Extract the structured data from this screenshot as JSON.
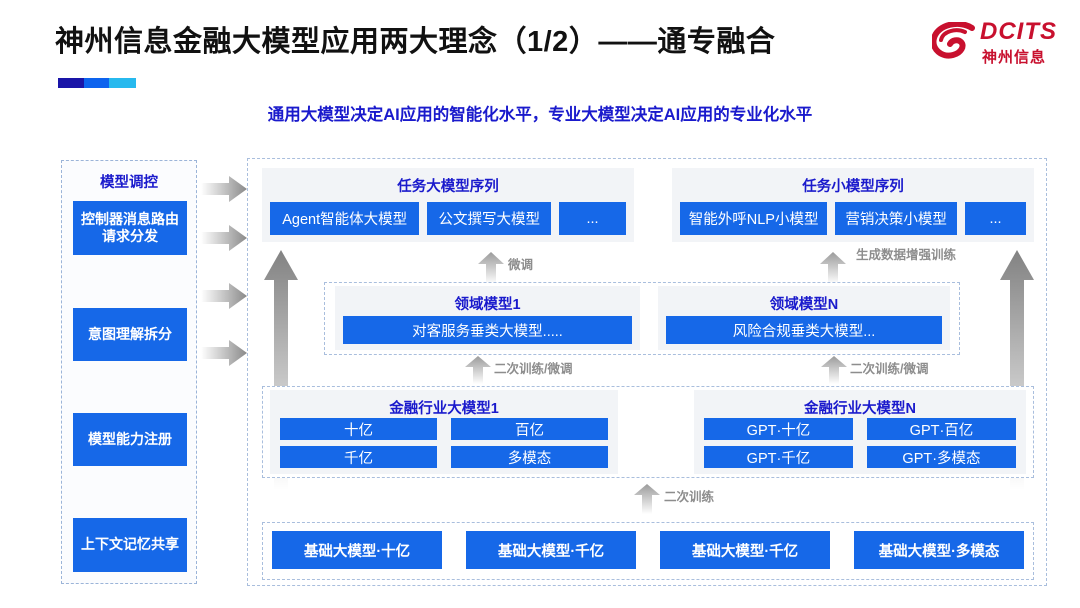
{
  "header": {
    "title": "神州信息金融大模型应用两大理念（1/2）——通专融合",
    "subtitle": "通用大模型决定AI应用的智能化水平，专业大模型决定AI应用的专业化水平",
    "logo": {
      "brand": "DCITS",
      "brand_cn": "神州信息"
    },
    "accent_colors": [
      "#1a15a8",
      "#0d63ee",
      "#27b9ee"
    ]
  },
  "colors": {
    "chip_blue": "#1668e8",
    "title_blue": "#1a1acc",
    "panel_gray": "#f2f4f7",
    "dashed_border": "#a9bedd",
    "caption_gray": "#8d8d8d",
    "logo_red": "#c8102e"
  },
  "control_panel": {
    "title": "模型调控",
    "items": [
      {
        "label": "控制器消息路由请求分发"
      },
      {
        "label": "意图理解拆分"
      },
      {
        "label": "模型能力注册"
      },
      {
        "label": "上下文记忆共享"
      }
    ]
  },
  "task_sequences": [
    {
      "title": "任务大模型序列",
      "chips": [
        "Agent智能体大模型",
        "公文撰写大模型",
        "..."
      ]
    },
    {
      "title": "任务小模型序列",
      "chips": [
        "智能外呼NLP小模型",
        "营销决策小模型",
        "..."
      ]
    }
  ],
  "domain_models": [
    {
      "title": "领域模型1",
      "chip": "对客服务垂类大模型....."
    },
    {
      "title": "领域模型N",
      "chip": "风险合规垂类大模型..."
    }
  ],
  "industry_models": [
    {
      "title": "金融行业大模型1",
      "chips": [
        "十亿",
        "百亿",
        "千亿",
        "多模态"
      ]
    },
    {
      "title": "金融行业大模型N",
      "chips": [
        "GPT·十亿",
        "GPT·百亿",
        "GPT·千亿",
        "GPT·多模态"
      ]
    }
  ],
  "foundation_models": [
    "基础大模型·十亿",
    "基础大模型·千亿",
    "基础大模型·千亿",
    "基础大模型·多模态"
  ],
  "captions": {
    "fine_tune": "微调",
    "gen_data_aug": "生成数据增强训练",
    "retrain_finetune_left": "二次训练/微调",
    "retrain_finetune_right": "二次训练/微调",
    "retrain": "二次训练"
  }
}
